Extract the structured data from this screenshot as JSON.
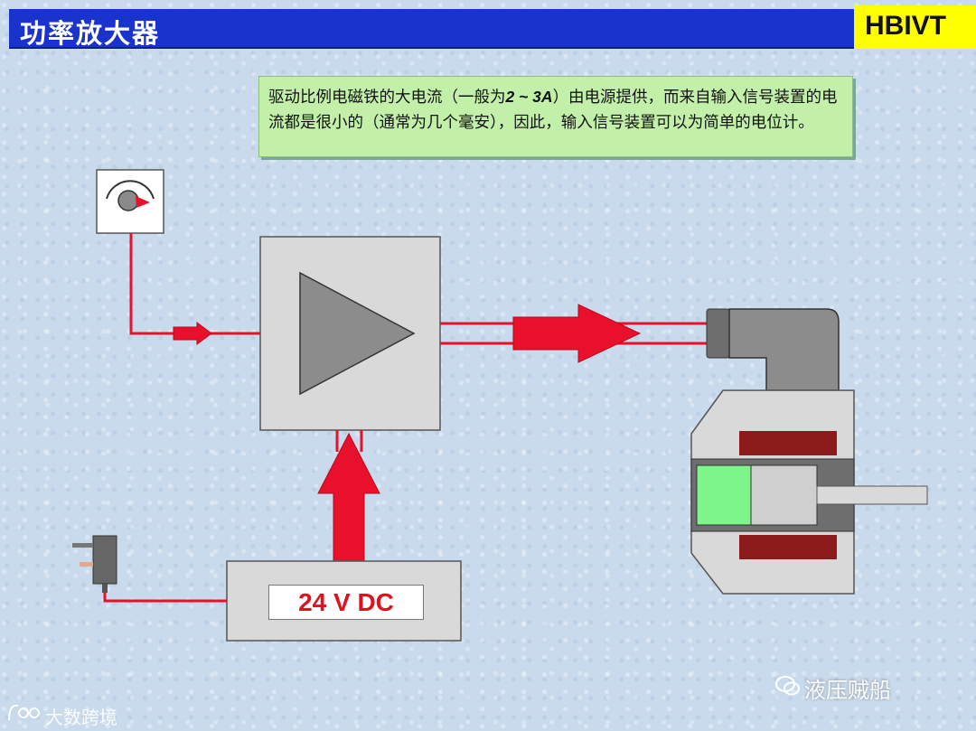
{
  "header": {
    "title": "功率放大器",
    "brand": "HBIVT"
  },
  "note": {
    "text_before": "驱动比例电磁铁的大电流（一般为",
    "text_emphasis": "2 ~ 3A",
    "text_after": "）由电源提供，而来自输入信号装置的电流都是很小的（通常为几个毫安），因此，输入信号装置可以为简单的电位计。"
  },
  "power_supply": {
    "label": "24 V  DC"
  },
  "watermark": {
    "text": "液压贼船",
    "corner_text": "大数跨境"
  },
  "colors": {
    "header_bg": "#1a33cc",
    "brand_bg": "#ffff00",
    "note_bg": "#c2f0a8",
    "signal_red": "#e8102a",
    "box_gray": "#d9d9d9",
    "coil_red": "#8b1a1a",
    "armature_green": "#7ef58a"
  },
  "icons": [
    "potentiometer-icon",
    "plug-icon",
    "amplifier-triangle-icon",
    "wechat-icon"
  ]
}
